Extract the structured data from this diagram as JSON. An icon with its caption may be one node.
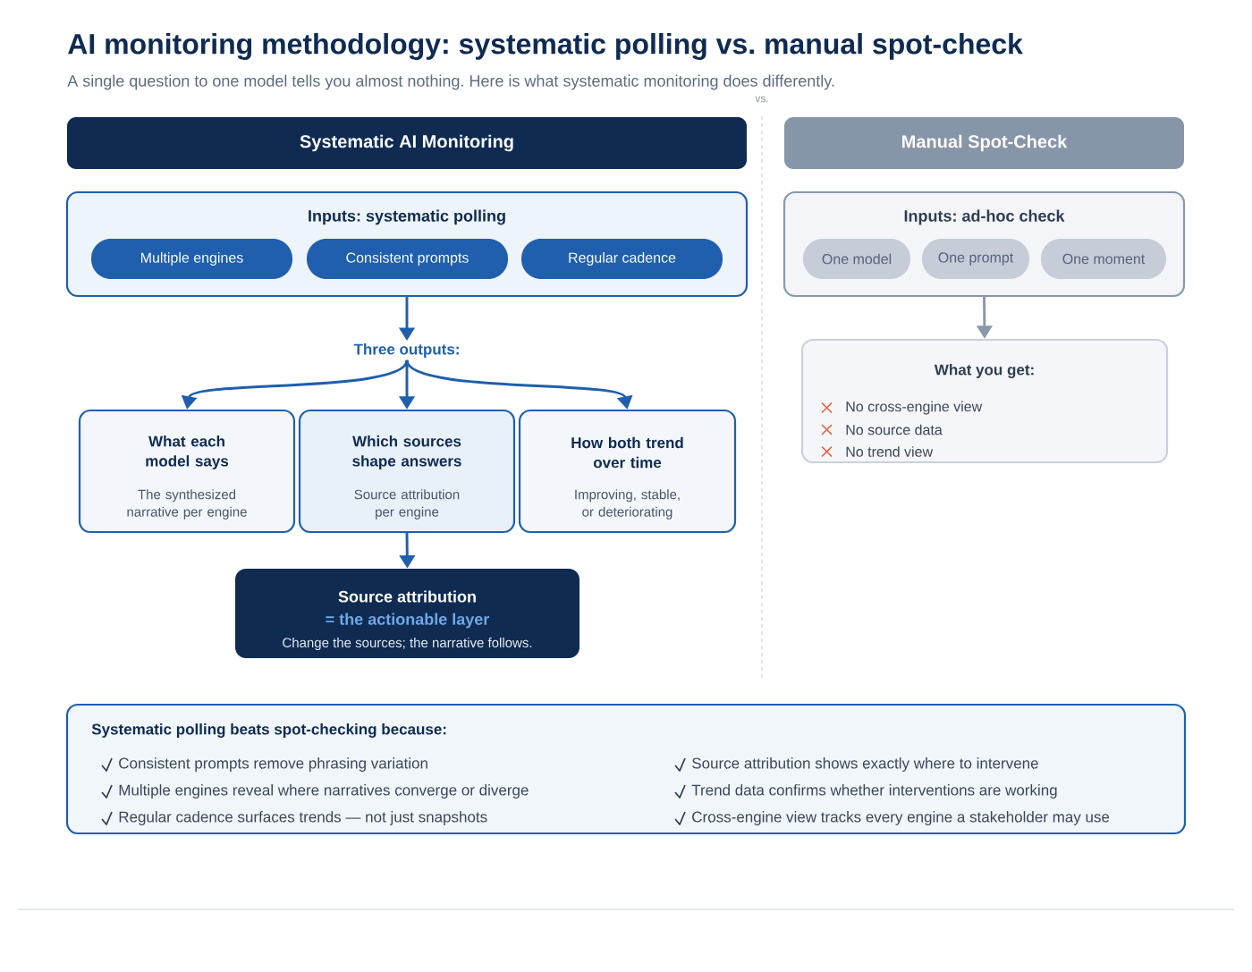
{
  "diagram": {
    "title": "AI monitoring methodology: systematic polling vs. manual spot-check",
    "nodes": [
      {
        "text": [
          "Systematic AI Monitoring"
        ]
      },
      {
        "text": [
          "Manual Spot-Check"
        ]
      },
      {
        "text": [
          "Inputs: systematic polling"
        ]
      },
      {
        "text": [
          "Multiple engines"
        ],
        "in": 2
      },
      {
        "text": [
          "Consistent prompts"
        ],
        "in": 2
      },
      {
        "text": [
          "Regular cadence"
        ],
        "in": 2
      },
      {
        "text": [
          "Inputs: ad-hoc check"
        ]
      },
      {
        "text": [
          "One model"
        ],
        "in": 6
      },
      {
        "text": [
          "One prompt"
        ],
        "in": 6
      },
      {
        "text": [
          "One moment"
        ],
        "in": 6
      },
      {
        "text": [
          "Three outputs:"
        ]
      },
      {
        "text": [
          "What each model says",
          "The synthesized narrative per engine"
        ]
      },
      {
        "text": [
          "Which sources shape answers",
          "Source attribution per engine"
        ]
      },
      {
        "text": [
          "How both trend over time",
          "Improving, stable, or deteriorating"
        ]
      },
      {
        "text": [
          "Source attribution",
          "= the actionable layer",
          "Change the sources; the narrative follows."
        ]
      },
      {
        "text": [
          "What you get:",
          "No cross-engine view",
          "No source data",
          "No trend view"
        ]
      },
      {
        "text": [
          "Systematic polling beats spot-checking because:",
          "Consistent prompts remove phrasing variation",
          "Multiple engines reveal where narratives converge or diverge",
          "Regular cadence surfaces trends — not just snapshots",
          "Source attribution shows exactly where to intervene",
          "Trend data confirms whether interventions are working",
          "Cross-engine view tracks every engine a stakeholder may use"
        ]
      }
    ],
    "edges": [
      {
        "from": 2,
        "to": 10,
        "arrow": "to"
      },
      {
        "from": 10,
        "to": 11,
        "arrow": "to"
      },
      {
        "from": 10,
        "to": 12,
        "arrow": "to"
      },
      {
        "from": 10,
        "to": 13,
        "arrow": "to"
      },
      {
        "from": 12,
        "to": 14,
        "arrow": "to"
      },
      {
        "from": 6,
        "to": 15,
        "arrow": "to",
        "color": "#8a98ab"
      }
    ],
    "labels": [
      "A single question to one model tells you almost nothing. Here is what systematic monitoring does differently.",
      "vs."
    ]
  }
}
